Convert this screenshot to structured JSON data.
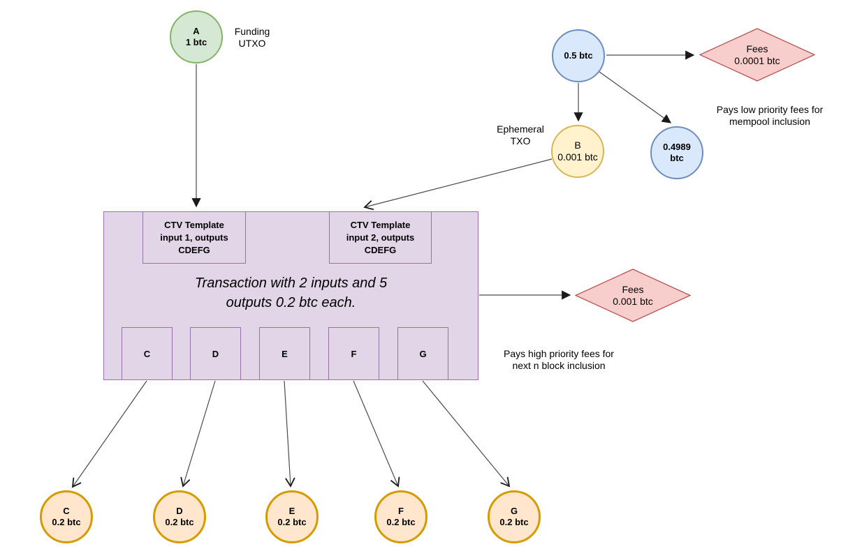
{
  "colors": {
    "canvas_bg": "#ffffff",
    "funding_fill": "#d5e8d4",
    "funding_stroke": "#82b366",
    "input_fill": "#dae8fc",
    "input_stroke": "#6c8ebf",
    "ephemeral_fill": "#fff2cc",
    "ephemeral_stroke": "#d6b656",
    "fees_fill": "#f8cecc",
    "fees_stroke": "#b85450",
    "transaction_fill": "#e1d5e7",
    "transaction_stroke": "#9673a6",
    "output_fill": "#ffe6cc",
    "output_stroke": "#d79b00",
    "edge_stroke": "#4a4a4a"
  },
  "nodes": {
    "a": {
      "letter": "A",
      "amount": "1 btc"
    },
    "half": {
      "amount": "0.5 btc"
    },
    "fees_low": {
      "title": "Fees",
      "amount": "0.0001 btc"
    },
    "b": {
      "letter": "B",
      "amount": "0.001 btc"
    },
    "change": {
      "amount_line1": "0.4989",
      "amount_line2": "btc"
    },
    "fees_high": {
      "title": "Fees",
      "amount": "0.001 btc"
    }
  },
  "tx": {
    "ctv1": {
      "l1": "CTV Template",
      "l2": "input 1, outputs",
      "l3": "CDEFG"
    },
    "ctv2": {
      "l1": "CTV Template",
      "l2": "input 2, outputs",
      "l3": "CDEFG"
    },
    "caption_l1": "Transaction with 2 inputs and 5",
    "caption_l2": "outputs 0.2 btc each.",
    "slots": [
      "C",
      "D",
      "E",
      "F",
      "G"
    ]
  },
  "outputs": [
    {
      "letter": "C",
      "amount": "0.2 btc"
    },
    {
      "letter": "D",
      "amount": "0.2 btc"
    },
    {
      "letter": "E",
      "amount": "0.2 btc"
    },
    {
      "letter": "F",
      "amount": "0.2 btc"
    },
    {
      "letter": "G",
      "amount": "0.2 btc"
    }
  ],
  "labels": {
    "funding": {
      "l1": "Funding",
      "l2": "UTXO"
    },
    "ephemeral": {
      "l1": "Ephemeral",
      "l2": "TXO"
    },
    "note_low": {
      "l1": "Pays low priority fees for",
      "l2": "mempool inclusion"
    },
    "note_high": {
      "l1": "Pays high priority fees for",
      "l2": "next n block inclusion"
    }
  }
}
